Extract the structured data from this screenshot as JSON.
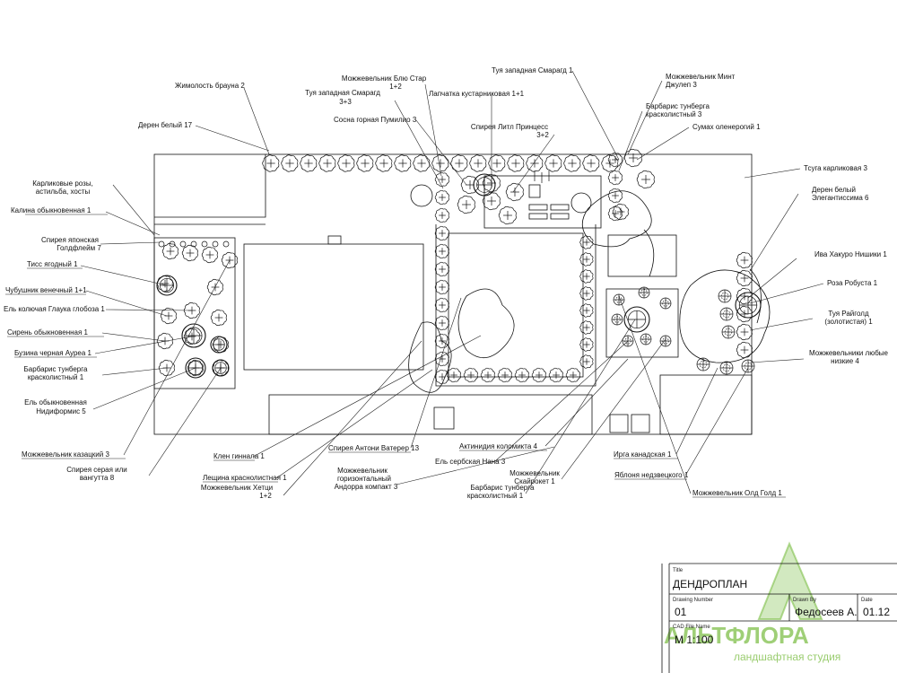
{
  "labels": [
    {
      "id": "mozh-blu-star",
      "lines": [
        "Можжевельник Блю Стар",
        "1+2"
      ]
    },
    {
      "id": "tuya-smaragd-1",
      "lines": [
        "Туя западная Смарагд 1"
      ]
    },
    {
      "id": "mozh-mint",
      "lines": [
        "Можжевельник Минт",
        "Джулеп 3"
      ]
    },
    {
      "id": "zhimolost",
      "lines": [
        "Жимолость брауна 2"
      ]
    },
    {
      "id": "tuya-smaragd-3",
      "lines": [
        "Туя западная Смарагд",
        "3+3"
      ]
    },
    {
      "id": "lapchatka",
      "lines": [
        "Лапчатка кустарниковая 1+1"
      ]
    },
    {
      "id": "barbaris-top",
      "lines": [
        "Барбарис тунберга",
        "красколистный 3"
      ]
    },
    {
      "id": "sosna",
      "lines": [
        "Сосна горная Пумилио 3"
      ]
    },
    {
      "id": "spireya-litl",
      "lines": [
        "Спирея Литл Принцесс",
        "3+2"
      ]
    },
    {
      "id": "sumah",
      "lines": [
        "Сумах оленерогий 1"
      ]
    },
    {
      "id": "deren-17",
      "lines": [
        "Дерен белый 17"
      ]
    },
    {
      "id": "tsuga",
      "lines": [
        "Тсуга карликовая 3"
      ]
    },
    {
      "id": "roses",
      "lines": [
        "Карликовые розы,",
        "астильба, хосты"
      ]
    },
    {
      "id": "deren-eleg",
      "lines": [
        "Дерен белый",
        "Элегантиссима 6"
      ]
    },
    {
      "id": "kalina",
      "lines": [
        "Калина обыкновенная 1"
      ]
    },
    {
      "id": "spireya-yap",
      "lines": [
        "Спирея японская",
        "Голдфлейм 7"
      ]
    },
    {
      "id": "iva",
      "lines": [
        "Ива Хакуро Нишики 1"
      ]
    },
    {
      "id": "tis",
      "lines": [
        "Тисс ягодный 1"
      ]
    },
    {
      "id": "roza",
      "lines": [
        "Роза Робуста 1"
      ]
    },
    {
      "id": "chubushnik",
      "lines": [
        "Чубушник венечный 1+1"
      ]
    },
    {
      "id": "el-glauka",
      "lines": [
        "Ель колючая Глаука глобоза 1"
      ]
    },
    {
      "id": "tuya-raygold",
      "lines": [
        "Туя Райголд",
        "(золотистая) 1"
      ]
    },
    {
      "id": "siren",
      "lines": [
        "Сирень обыкновенная 1"
      ]
    },
    {
      "id": "mozh-lyubye",
      "lines": [
        "Можжевельники любые",
        "низкие 4"
      ]
    },
    {
      "id": "buzina",
      "lines": [
        "Бузина черная Ауреа 1"
      ]
    },
    {
      "id": "barbaris-left",
      "lines": [
        "Барбарис тунберга",
        "красколистный 1"
      ]
    },
    {
      "id": "el-nid",
      "lines": [
        "Ель обыкновенная",
        "Нидиформис 5"
      ]
    },
    {
      "id": "spireya-vat",
      "lines": [
        "Спирея Антони Ватерер 13"
      ]
    },
    {
      "id": "aktinidiya",
      "lines": [
        "Актинидия коломикта 4"
      ]
    },
    {
      "id": "mozh-kaz",
      "lines": [
        "Можжевельник казацкий 3"
      ]
    },
    {
      "id": "klen",
      "lines": [
        "Клен гиннала 1"
      ]
    },
    {
      "id": "el-nana",
      "lines": [
        "Ель сербская Нана 3"
      ]
    },
    {
      "id": "irga",
      "lines": [
        "Ирга канадская 1"
      ]
    },
    {
      "id": "spireya-ser",
      "lines": [
        "Спирея серая или",
        "вангутта 8"
      ]
    },
    {
      "id": "leshina",
      "lines": [
        "Лещина краснолистная 1"
      ]
    },
    {
      "id": "mozh-hor",
      "lines": [
        "Можжевельник",
        "горизонтальный",
        "Андорра компакт 3"
      ]
    },
    {
      "id": "mozh-sky",
      "lines": [
        "Можжевельник",
        "Скайрокет 1"
      ]
    },
    {
      "id": "yablonya",
      "lines": [
        "Яблоня недзвецкого 1"
      ]
    },
    {
      "id": "mozh-hetzi",
      "lines": [
        "Можжевельник Хетци",
        "1+2"
      ]
    },
    {
      "id": "barbaris-bot",
      "lines": [
        "Барбарис тунберга",
        "красколистный 1"
      ]
    },
    {
      "id": "mozh-old",
      "lines": [
        "Можжевельник Олд Голд 1"
      ]
    }
  ],
  "title_block": {
    "title_caption": "Title",
    "title": "ДЕНДРОПЛАН",
    "drawing_number_caption": "Drawing Number",
    "drawing_number": "01",
    "drawn_by_caption": "Drawn By",
    "drawn_by": "Федосеев А.",
    "date_caption": "Date",
    "date": "01.12",
    "cad_caption": "CAD File Name",
    "scale": "М 1:100"
  },
  "logo": {
    "name": "АЛЬТФЛОРА",
    "tagline": "ландшафтная студия",
    "color": "#7fbf4a"
  }
}
